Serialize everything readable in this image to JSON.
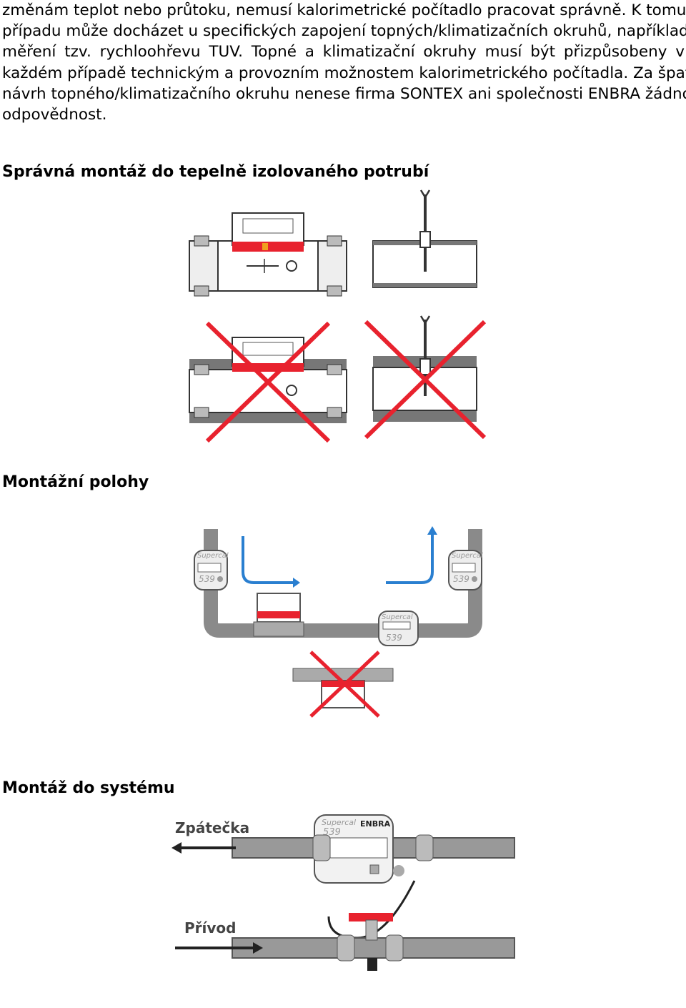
{
  "intro": {
    "lines": [
      "změnám teplot nebo průtoku, nemusí kalorimetrické počítadlo pracovat správně. K tomuto",
      "případu může docházet u specifických zapojení topných/klimatizačních okruhů, například u",
      "měření tzv. rychloohřevu TUV. Topné a klimatizační okruhy musí být přizpůsobeny v",
      "každém případě technickým a provozním možnostem kalorimetrického počítadla. Za špatný",
      "návrh topného/klimatizačního okruhu nenese firma SONTEX ani společnosti ENBRA žádnou",
      "odpovědnost."
    ]
  },
  "sections": {
    "insulated": {
      "title": "Správná montáž do tepelně izolovaného potrubí"
    },
    "positions": {
      "title": "Montážní polohy"
    },
    "system": {
      "title": "Montáž do systému"
    }
  },
  "figures": {
    "meter_brand": "Supercal",
    "meter_model": "539",
    "enbra_brand": "ENBRA",
    "return_label": "Zpátečka",
    "supply_label": "Přívod"
  },
  "colors": {
    "accent_red": "#e8222e",
    "arrow_blue": "#2a7fd0",
    "pipe_gray": "#8a8a8a"
  }
}
